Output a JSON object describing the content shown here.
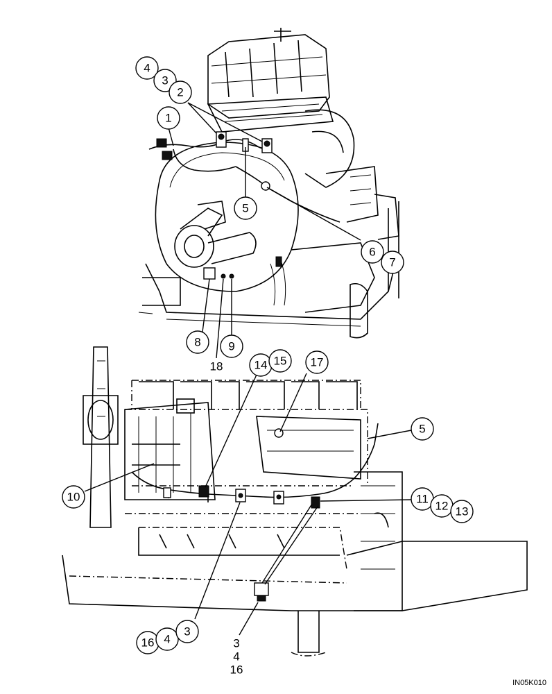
{
  "callouts_top": [
    {
      "id": "c4-top",
      "label": "4"
    },
    {
      "id": "c3-top",
      "label": "3"
    },
    {
      "id": "c2-top",
      "label": "2"
    },
    {
      "id": "c1-top",
      "label": "1"
    },
    {
      "id": "c5-top",
      "label": "5"
    },
    {
      "id": "c6-top",
      "label": "6"
    },
    {
      "id": "c7-top",
      "label": "7"
    },
    {
      "id": "c8-top",
      "label": "8"
    },
    {
      "id": "c9-top",
      "label": "9"
    }
  ],
  "plain_top": [
    {
      "id": "t18",
      "label": "18"
    }
  ],
  "callouts_bottom": [
    {
      "id": "c14",
      "label": "14"
    },
    {
      "id": "c15",
      "label": "15"
    },
    {
      "id": "c17",
      "label": "17"
    },
    {
      "id": "c5-bot",
      "label": "5"
    },
    {
      "id": "c10",
      "label": "10"
    },
    {
      "id": "c11",
      "label": "11"
    },
    {
      "id": "c12",
      "label": "12"
    },
    {
      "id": "c13",
      "label": "13"
    },
    {
      "id": "c16-bot",
      "label": "16"
    },
    {
      "id": "c4-bot",
      "label": "4"
    },
    {
      "id": "c3-bot",
      "label": "3"
    }
  ],
  "plain_bottom": [
    {
      "id": "t3",
      "label": "3"
    },
    {
      "id": "t4",
      "label": "4"
    },
    {
      "id": "t16",
      "label": "16"
    }
  ],
  "figure_code": "IN05K010"
}
